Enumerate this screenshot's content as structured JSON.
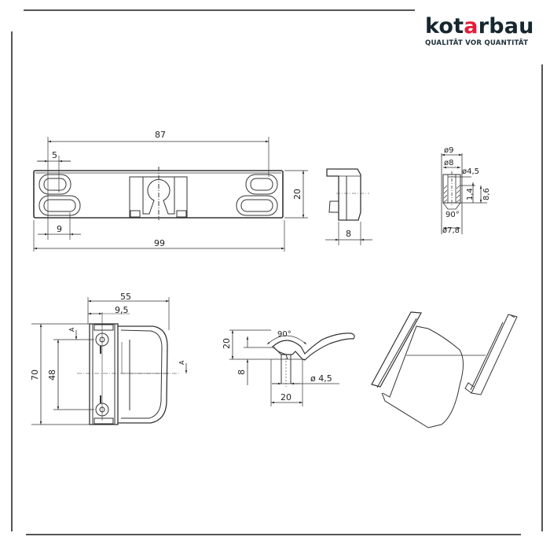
{
  "logo": {
    "brand_prefix": "kot",
    "brand_accent": "a",
    "brand_suffix": "rbau",
    "tagline": "QUALITÄT VOR QUANTITÄT",
    "colors": {
      "text": "#15262e",
      "accent": "#e0203a"
    }
  },
  "drawing": {
    "top_view": {
      "dim_overall_length": "87",
      "dim_slot_width": "5",
      "dim_height": "20",
      "dim_slot_offset": "9",
      "dim_total_length": "99"
    },
    "side_view": {
      "dim_depth": "8"
    },
    "screw_hole_detail": {
      "dim_outer_dia": "ø9",
      "dim_head_dia": "ø8",
      "dim_bore_dia": "ø4,5",
      "dim_depth_1": "1,4",
      "dim_depth_2": "8,6",
      "dim_angle": "90°",
      "dim_bottom_dia": "ø7,8"
    },
    "front_view": {
      "dim_width": "55",
      "dim_offset": "9,5",
      "dim_height": "70",
      "dim_hole_spacing": "48",
      "section_label_left": "A",
      "section_label_right": "A"
    },
    "section_view": {
      "dim_angle": "90°",
      "dim_height": "20",
      "dim_depth": "8",
      "dim_bore": "ø 4,5",
      "dim_width": "20"
    }
  }
}
